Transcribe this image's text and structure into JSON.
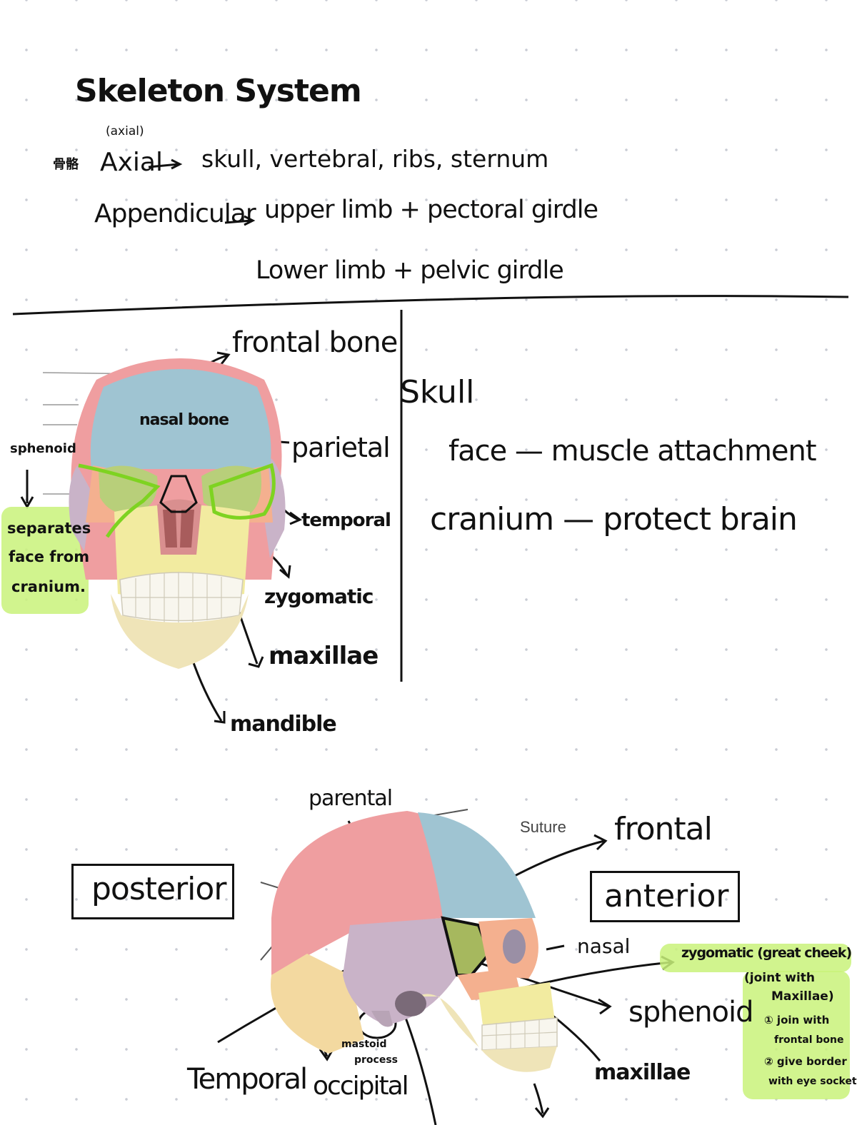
{
  "title": "Skeleton System",
  "axial_note": "(axial)",
  "line_axial": {
    "prefix": "骨骼",
    "term": "Axial",
    "parts": "skull, vertebral, ribs, sternum"
  },
  "line_appendicular": {
    "term": "Appendicular",
    "parts1": "upper limb + pectoral girdle",
    "parts2": "Lower limb + pelvic girdle"
  },
  "front_labels": {
    "frontal": "frontal bone",
    "nasal": "nasal bone",
    "parietal": "parietal",
    "sphenoid": "sphenoid",
    "sphenoid_note_1": "separates",
    "sphenoid_note_2": "face from",
    "sphenoid_note_3": "cranium.",
    "temporal": "temporal",
    "zygomatic": "zygomatic",
    "maxillae": "maxillae",
    "mandible": "mandible"
  },
  "skull_notes": {
    "heading": "Skull",
    "face": "face — muscle attachment",
    "cranium": "cranium — protect brain"
  },
  "lateral_labels": {
    "parietal": "parental",
    "suture": "Suture",
    "frontal": "frontal",
    "posterior": "posterior",
    "anterior": "anterior",
    "nasal": "nasal",
    "zygomatic": "zygomatic (great cheek)",
    "zygomatic_note_1": "(joint with",
    "zygomatic_note_2": "Maxillae)",
    "zygomatic_note_3": "① join with",
    "zygomatic_note_4": "frontal bone",
    "zygomatic_note_5": "② give border",
    "zygomatic_note_6": "with eye socket",
    "sphenoid": "sphenoid",
    "temporal": "Temporal",
    "occipital": "occipital",
    "mastoid": "mastoid",
    "process": "process",
    "maxillae": "maxillae"
  },
  "colors": {
    "frontal": "#9fc4d2",
    "parietal": "#ef9ea0",
    "temporal": "#c9b3c8",
    "sphenoid": "#a6b85e",
    "zygomatic": "#f4b08f",
    "maxilla": "#f2eba0",
    "mandible": "#efe4b8",
    "occipital": "#f3d9a0",
    "highlight": "#c9f27a"
  }
}
